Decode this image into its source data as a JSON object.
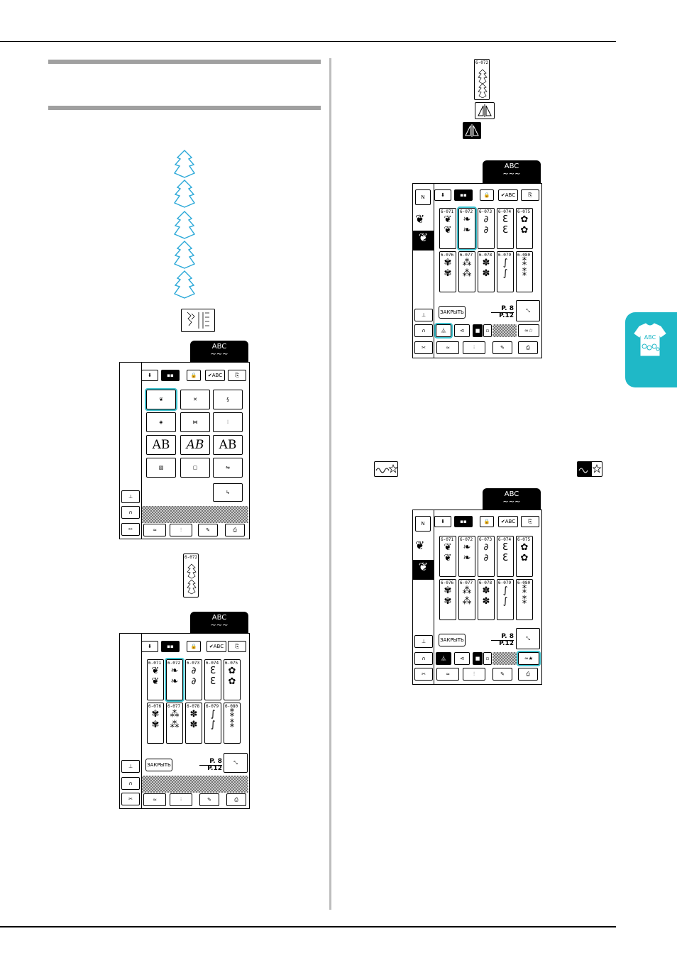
{
  "header_icon": "abc-tshirt-icon",
  "tab_label_top": "ABC",
  "screen_buttons": {
    "close": "ЗАКРЫТЬ",
    "page_current": "P. 8",
    "page_total": "P.12",
    "abc_check": "✔ABC"
  },
  "pattern_codes": [
    "6-071",
    "6-072",
    "6-073",
    "6-074",
    "6-075",
    "6-076",
    "6-077",
    "6-078",
    "6-079",
    "6-080"
  ],
  "single_pattern_code": "6-072",
  "colors": {
    "accent": "#1fb8c7",
    "highlight": "#3fc3d0",
    "leaf": "#2aa8d8"
  },
  "icons": [
    "leaf-stitch-icon",
    "mirror-icon",
    "mirror-active-icon",
    "repeat-star-icon",
    "repeat-star-active-icon"
  ]
}
